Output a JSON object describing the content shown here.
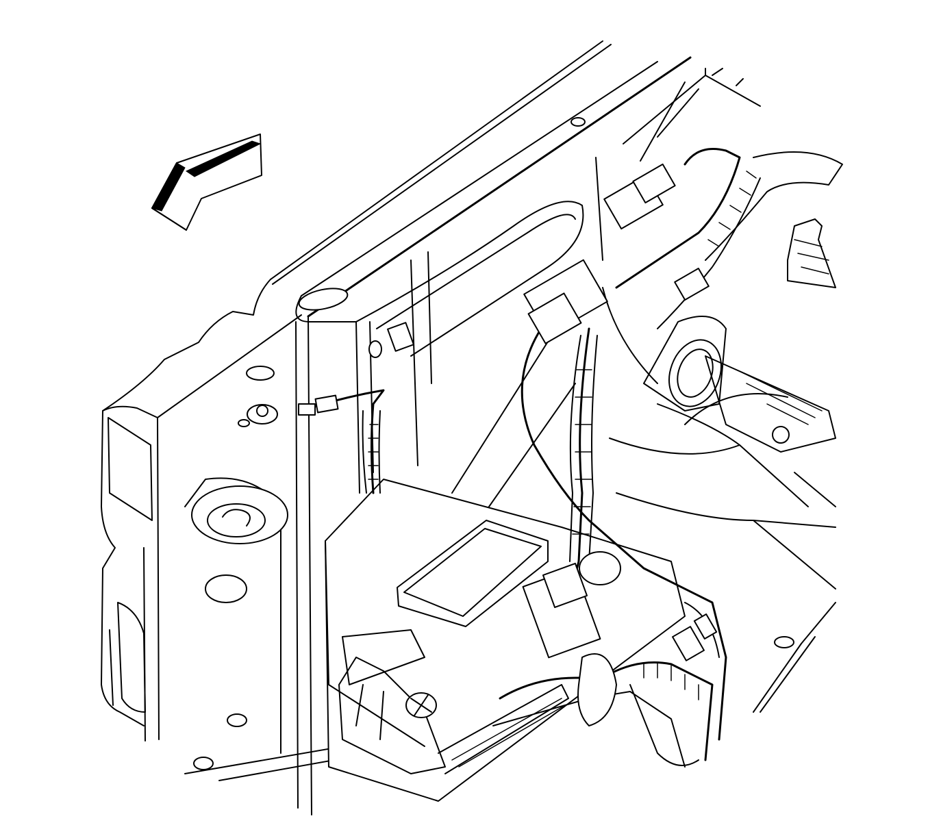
{
  "figure": {
    "style": "black-and-white service manual line drawing",
    "stroke_color": "#000000",
    "background_color": "#ffffff"
  },
  "icons": {
    "direction_arrow": "arrow-pointing-front-of-vehicle",
    "module": "electronic-control-module",
    "harness": "wiring-harness-with-connectors"
  }
}
